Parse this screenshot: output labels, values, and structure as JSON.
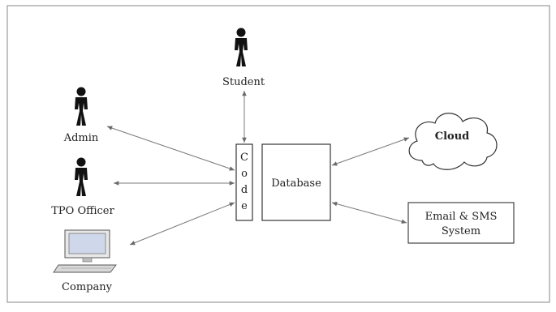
{
  "actors": {
    "student": "Student",
    "admin": "Admin",
    "tpo_officer": "TPO Officer",
    "company": "Company"
  },
  "components": {
    "code_letters": [
      "C",
      "o",
      "d",
      "e"
    ],
    "database": "Database",
    "cloud": "Cloud",
    "email_sms_line1": "Email & SMS",
    "email_sms_line2": "System"
  },
  "icons": {
    "person": "person-icon",
    "computer": "computer-icon",
    "cloud": "cloud-shape"
  },
  "colors": {
    "frame": "#9a9a9a",
    "line": "#7a7a7a",
    "figure": "#111111",
    "monitor_screen": "#cfd8ea"
  }
}
